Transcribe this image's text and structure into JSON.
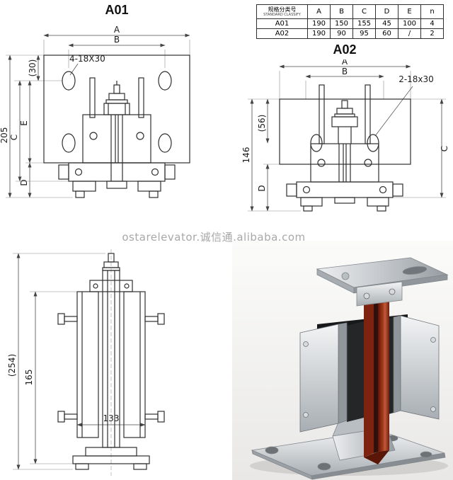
{
  "watermark": "ostarelevator.诚信通.alibaba.com",
  "spec_table": {
    "row_header_cn": "规格分类号",
    "row_header_en": "STANDARD CLASSIFY",
    "col_headers": [
      "A",
      "B",
      "C",
      "D",
      "E",
      "n"
    ],
    "rows": [
      {
        "model": "A01",
        "A": "190",
        "B": "150",
        "C": "155",
        "D": "45",
        "E": "100",
        "n": "4"
      },
      {
        "model": "A02",
        "A": "190",
        "B": "90",
        "C": "95",
        "D": "60",
        "E": "/",
        "n": "2"
      }
    ]
  },
  "drawing_a01": {
    "title": "A01",
    "dim_a": "A",
    "dim_b": "B",
    "dim_paren30": "(30)",
    "hole_callout": "4-18X30",
    "dim_205": "205",
    "dim_e": "E",
    "dim_c": "C",
    "dim_d": "D"
  },
  "drawing_a02": {
    "title": "A02",
    "dim_a": "A",
    "dim_b": "B",
    "hole_callout": "2-18x30",
    "dim_paren56": "(56)",
    "dim_146": "146",
    "dim_d": "D",
    "dim_c": "C"
  },
  "drawing_side": {
    "dim_paren254": "(254)",
    "dim_165": "165",
    "dim_133": "133"
  },
  "photo_colors": {
    "insert_red": "#a03a1e",
    "metal_silver": "#c6cacd",
    "rubber_black": "#1c1d1f"
  }
}
